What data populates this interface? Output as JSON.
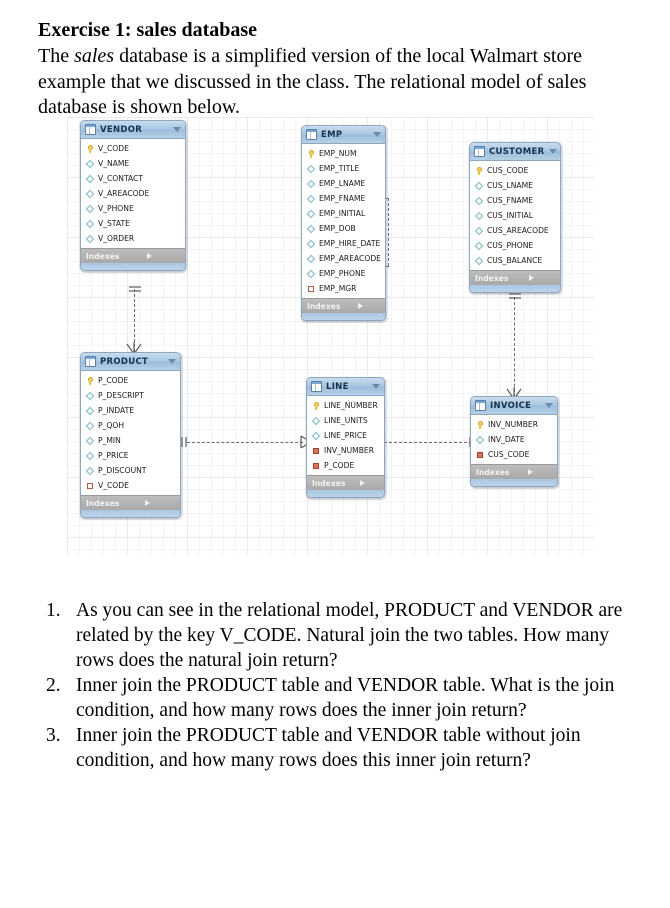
{
  "exercise": {
    "title": "Exercise 1: sales database",
    "paragraph_parts": {
      "a": "The ",
      "b": "sales",
      "c": " database is a simplified version of the local Walmart store example that we discussed in the class. The relational model of sales database is shown below."
    }
  },
  "diagram": {
    "type": "entity-relationship-diagram",
    "footer_label": "Indexes",
    "entities": [
      {
        "name": "VENDOR",
        "fields": [
          {
            "label": "V_CODE",
            "key": "pk"
          },
          {
            "label": "V_NAME",
            "key": "attr"
          },
          {
            "label": "V_CONTACT",
            "key": "attr"
          },
          {
            "label": "V_AREACODE",
            "key": "attr"
          },
          {
            "label": "V_PHONE",
            "key": "attr"
          },
          {
            "label": "V_STATE",
            "key": "attr"
          },
          {
            "label": "V_ORDER",
            "key": "attr"
          }
        ]
      },
      {
        "name": "EMP",
        "fields": [
          {
            "label": "EMP_NUM",
            "key": "pk"
          },
          {
            "label": "EMP_TITLE",
            "key": "attr"
          },
          {
            "label": "EMP_LNAME",
            "key": "attr"
          },
          {
            "label": "EMP_FNAME",
            "key": "attr"
          },
          {
            "label": "EMP_INITIAL",
            "key": "attr"
          },
          {
            "label": "EMP_DOB",
            "key": "attr"
          },
          {
            "label": "EMP_HIRE_DATE",
            "key": "attr"
          },
          {
            "label": "EMP_AREACODE",
            "key": "attr"
          },
          {
            "label": "EMP_PHONE",
            "key": "attr"
          },
          {
            "label": "EMP_MGR",
            "key": "fk"
          }
        ]
      },
      {
        "name": "CUSTOMER",
        "fields": [
          {
            "label": "CUS_CODE",
            "key": "pk"
          },
          {
            "label": "CUS_LNAME",
            "key": "attr"
          },
          {
            "label": "CUS_FNAME",
            "key": "attr"
          },
          {
            "label": "CUS_INITIAL",
            "key": "attr"
          },
          {
            "label": "CUS_AREACODE",
            "key": "attr"
          },
          {
            "label": "CUS_PHONE",
            "key": "attr"
          },
          {
            "label": "CUS_BALANCE",
            "key": "attr"
          }
        ]
      },
      {
        "name": "PRODUCT",
        "fields": [
          {
            "label": "P_CODE",
            "key": "pk"
          },
          {
            "label": "P_DESCRIPT",
            "key": "attr"
          },
          {
            "label": "P_INDATE",
            "key": "attr"
          },
          {
            "label": "P_QOH",
            "key": "attr"
          },
          {
            "label": "P_MIN",
            "key": "attr"
          },
          {
            "label": "P_PRICE",
            "key": "attr"
          },
          {
            "label": "P_DISCOUNT",
            "key": "attr"
          },
          {
            "label": "V_CODE",
            "key": "fk"
          }
        ]
      },
      {
        "name": "LINE",
        "fields": [
          {
            "label": "LINE_NUMBER",
            "key": "pk"
          },
          {
            "label": "LINE_UNITS",
            "key": "attr"
          },
          {
            "label": "LINE_PRICE",
            "key": "attr"
          },
          {
            "label": "INV_NUMBER",
            "key": "fkf"
          },
          {
            "label": "P_CODE",
            "key": "fkf"
          }
        ]
      },
      {
        "name": "INVOICE",
        "fields": [
          {
            "label": "INV_NUMBER",
            "key": "pk"
          },
          {
            "label": "INV_DATE",
            "key": "attr"
          },
          {
            "label": "CUS_CODE",
            "key": "fkf"
          }
        ]
      }
    ],
    "relationships": [
      {
        "from": "VENDOR",
        "to": "PRODUCT",
        "from_cardinality": "1",
        "to_cardinality": "many"
      },
      {
        "from": "EMP",
        "to": "EMP",
        "from_cardinality": "1",
        "to_cardinality": "many"
      },
      {
        "from": "CUSTOMER",
        "to": "INVOICE",
        "from_cardinality": "1",
        "to_cardinality": "many"
      },
      {
        "from": "PRODUCT",
        "to": "LINE",
        "from_cardinality": "1",
        "to_cardinality": "many"
      },
      {
        "from": "INVOICE",
        "to": "LINE",
        "from_cardinality": "1",
        "to_cardinality": "many"
      }
    ]
  },
  "questions": [
    {
      "number": "1.",
      "text": "As you can see in the relational model, PRODUCT and VENDOR are related by the key V_CODE. Natural join the two tables. How many rows does the natural join return?"
    },
    {
      "number": "2.",
      "text": "Inner join the PRODUCT table and VENDOR table. What is the join condition, and how many rows does the inner join return?"
    },
    {
      "number": "3.",
      "text": "Inner join the PRODUCT table and VENDOR table without join condition, and how many rows does this inner join return?"
    }
  ]
}
